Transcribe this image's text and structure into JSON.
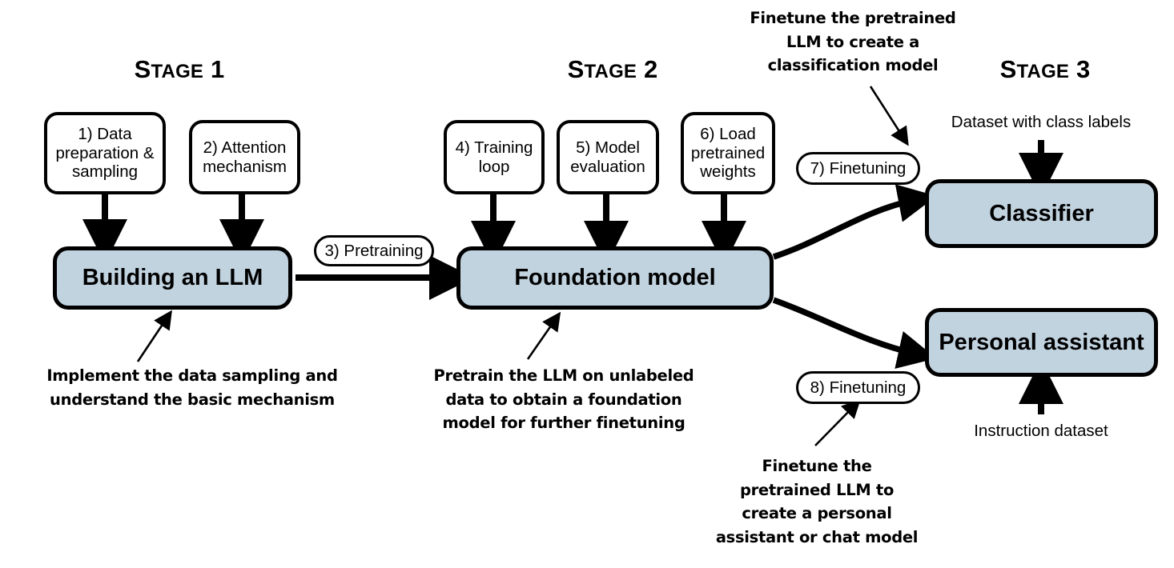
{
  "diagram": {
    "title": "Building an LLM - three stage overview",
    "accent_fill": "#c2d3e0",
    "stroke": "#000000",
    "background": "#ffffff"
  },
  "stages": [
    {
      "id": "stage-1",
      "first": "S",
      "rest": "TAGE",
      "number": "1"
    },
    {
      "id": "stage-2",
      "first": "S",
      "rest": "TAGE",
      "number": "2"
    },
    {
      "id": "stage-3",
      "first": "S",
      "rest": "TAGE",
      "number": "3"
    }
  ],
  "step_boxes": [
    {
      "id": "step-1",
      "label": "1) Data preparation & sampling"
    },
    {
      "id": "step-2",
      "label": "2) Attention mechanism"
    },
    {
      "id": "step-4",
      "label": "4) Training loop"
    },
    {
      "id": "step-5",
      "label": "5) Model evaluation"
    },
    {
      "id": "step-6",
      "label": "6) Load pretrained weights"
    }
  ],
  "pills": [
    {
      "id": "step-3",
      "label": "3) Pretraining"
    },
    {
      "id": "step-7",
      "label": "7) Finetuning"
    },
    {
      "id": "step-8",
      "label": "8) Finetuning"
    }
  ],
  "primary_boxes": [
    {
      "id": "building-an-llm",
      "label": "Building an LLM"
    },
    {
      "id": "foundation-model",
      "label": "Foundation model"
    },
    {
      "id": "classifier",
      "label": "Classifier"
    },
    {
      "id": "personal-assistant",
      "label": "Personal assistant"
    }
  ],
  "captions": [
    {
      "id": "caption-stage1",
      "lines": [
        "Implement the data sampling and",
        "understand the basic mechanism"
      ]
    },
    {
      "id": "caption-stage2",
      "lines": [
        "Pretrain the LLM on unlabeled",
        "data to obtain a foundation",
        "model for further finetuning"
      ]
    },
    {
      "id": "caption-classifier",
      "lines": [
        "Finetune the pretrained",
        "LLM to create a",
        "classification model"
      ]
    },
    {
      "id": "caption-assistant",
      "lines": [
        "Finetune the",
        "pretrained LLM to",
        "create a personal",
        "assistant or chat model"
      ]
    }
  ],
  "dataset_labels": [
    {
      "id": "dataset-class-labels",
      "label": "Dataset with class labels"
    },
    {
      "id": "dataset-instruction",
      "label": "Instruction dataset"
    }
  ]
}
